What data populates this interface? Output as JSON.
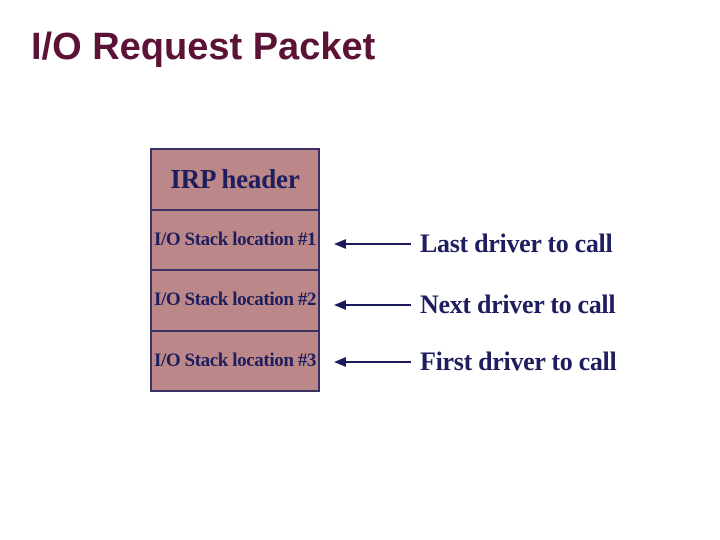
{
  "title": "I/O Request Packet",
  "box": {
    "header": "IRP header",
    "stack_locations": [
      "I/O Stack location #1",
      "I/O Stack location #2",
      "I/O Stack location #3"
    ]
  },
  "annotations": [
    "Last driver to call",
    "Next driver to call",
    "First driver to call"
  ],
  "colors": {
    "background": "#FFFFFF",
    "title_text": "#5C1237",
    "box_fill": "#BB8789",
    "box_border": "#3A3061",
    "box_text": "#1E1D5E",
    "arrow": "#1A1A5C",
    "annotation_text": "#1E1D5E"
  }
}
